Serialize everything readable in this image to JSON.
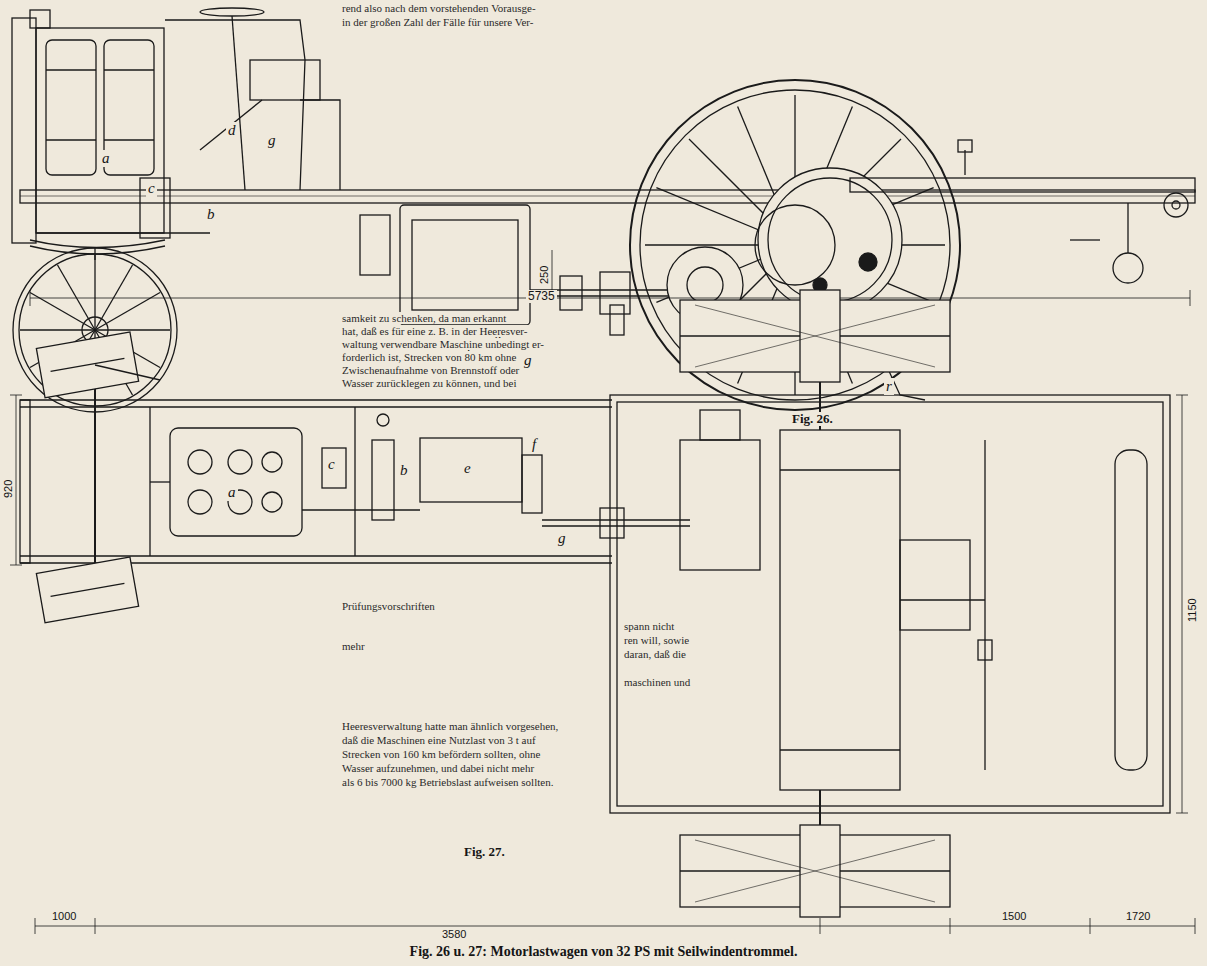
{
  "diagram": {
    "caption": "Fig. 26 u. 27: Motorlastwagen von 32 PS mit Seilwindentrommel.",
    "labels": [
      "Fig. 26.",
      "Fig. 27.",
      "a",
      "b",
      "c",
      "d",
      "g",
      "e",
      "f",
      "g",
      "r",
      "5735",
      "250",
      "a",
      "b",
      "c",
      "e",
      "f",
      "g",
      "920",
      "1150",
      "1000",
      "3580",
      "1500",
      "1720",
      "rend also nach dem vorstehenden Vorausge-",
      "in der großen Zahl der Fälle für unsere Ver-",
      "samkeit zu schenken, da man erkannt",
      "hat, daß es für eine z. B. in der Heeresver-",
      "waltung verwendbare Maschine unbedingt er-",
      "forderlich ist, Strecken von 80 km ohne",
      "Zwischenaufnahme von Brennstoff oder",
      "Wasser zurücklegen zu können, und bei",
      "Prüfungsvorschriften",
      "mehr",
      "Heeresverwaltung hatte man ähnlich vorgesehen,",
      "daß die Maschinen eine Nutzlast von 3 t auf",
      "Strecken von 160 km befördern sollten, ohne",
      "Wasser aufzunehmen, und dabei nicht mehr",
      "als 6 bis 7000 kg Betriebslast aufweisen sollten.",
      "spann nicht",
      "ren will, sowie",
      "daran, daß die",
      "maschinen und"
    ]
  }
}
